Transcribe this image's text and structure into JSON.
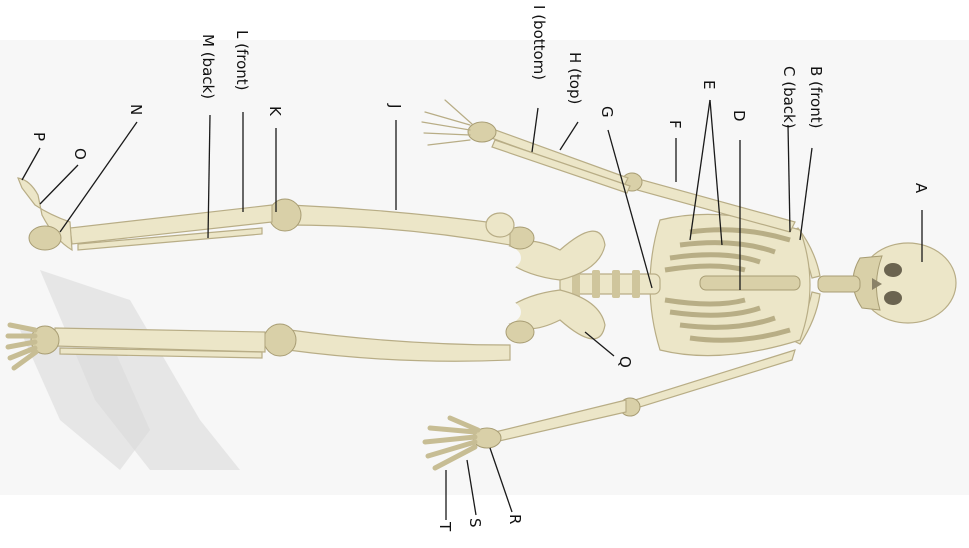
{
  "labels": {
    "A": "A",
    "B": "B (front)",
    "C": "C (back)",
    "D": "D",
    "E": "E",
    "F": "F",
    "G": "G",
    "H": "H (top)",
    "I": "I (bottom)",
    "J": "J",
    "K": "K",
    "L": "L (front)",
    "M": "M (back)",
    "N": "N",
    "O": "O",
    "P": "P",
    "Q": "Q",
    "R": "R",
    "S": "S",
    "T": "T"
  },
  "colors": {
    "bone": "#ece6c8",
    "bone_outline": "#b8ad86",
    "shadow": "#d8d8d8",
    "leader": "#1a1a1a"
  }
}
